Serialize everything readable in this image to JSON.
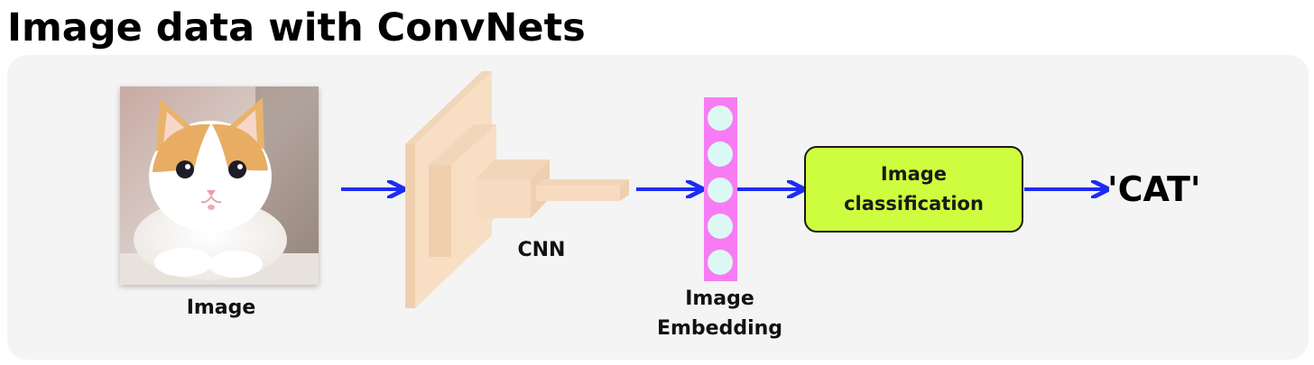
{
  "title": "Image data with ConvNets",
  "image_label": "Image",
  "cnn_label": "CNN",
  "embedding_label": "Image\nEmbedding",
  "classification_label": "Image\nclassification",
  "output": "'CAT'",
  "colors": {
    "arrow": "#1d2cf3",
    "cnn_block": "#f8dfc4",
    "cnn_block_side": "#efcfae",
    "embedding_bar": "#f77cf3",
    "embedding_node": "#dcf8f4",
    "classifier_box": "#cdfd3e",
    "panel_background": "#f4f4f4"
  },
  "icons": {
    "photo": "kitten-photo",
    "embedding_nodes": 5
  }
}
